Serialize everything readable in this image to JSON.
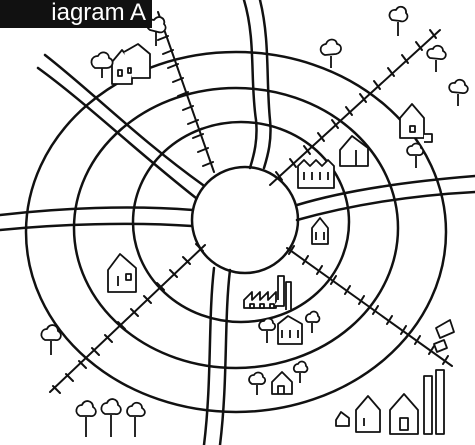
{
  "title": "iagram A",
  "colors": {
    "ink": "#111111",
    "paper": "#ffffff"
  },
  "rings": [
    "central-circle",
    "ring-1",
    "ring-2",
    "ring-3"
  ],
  "roads": [
    "road-north",
    "road-south",
    "road-east",
    "road-west",
    "road-northwest"
  ],
  "railways": [
    "railway-north",
    "railway-northeast",
    "railway-southeast",
    "railway-southwest"
  ],
  "icons": [
    "house-icon",
    "factory-icon",
    "apartment-icon",
    "tree-icon",
    "tower-icon"
  ]
}
